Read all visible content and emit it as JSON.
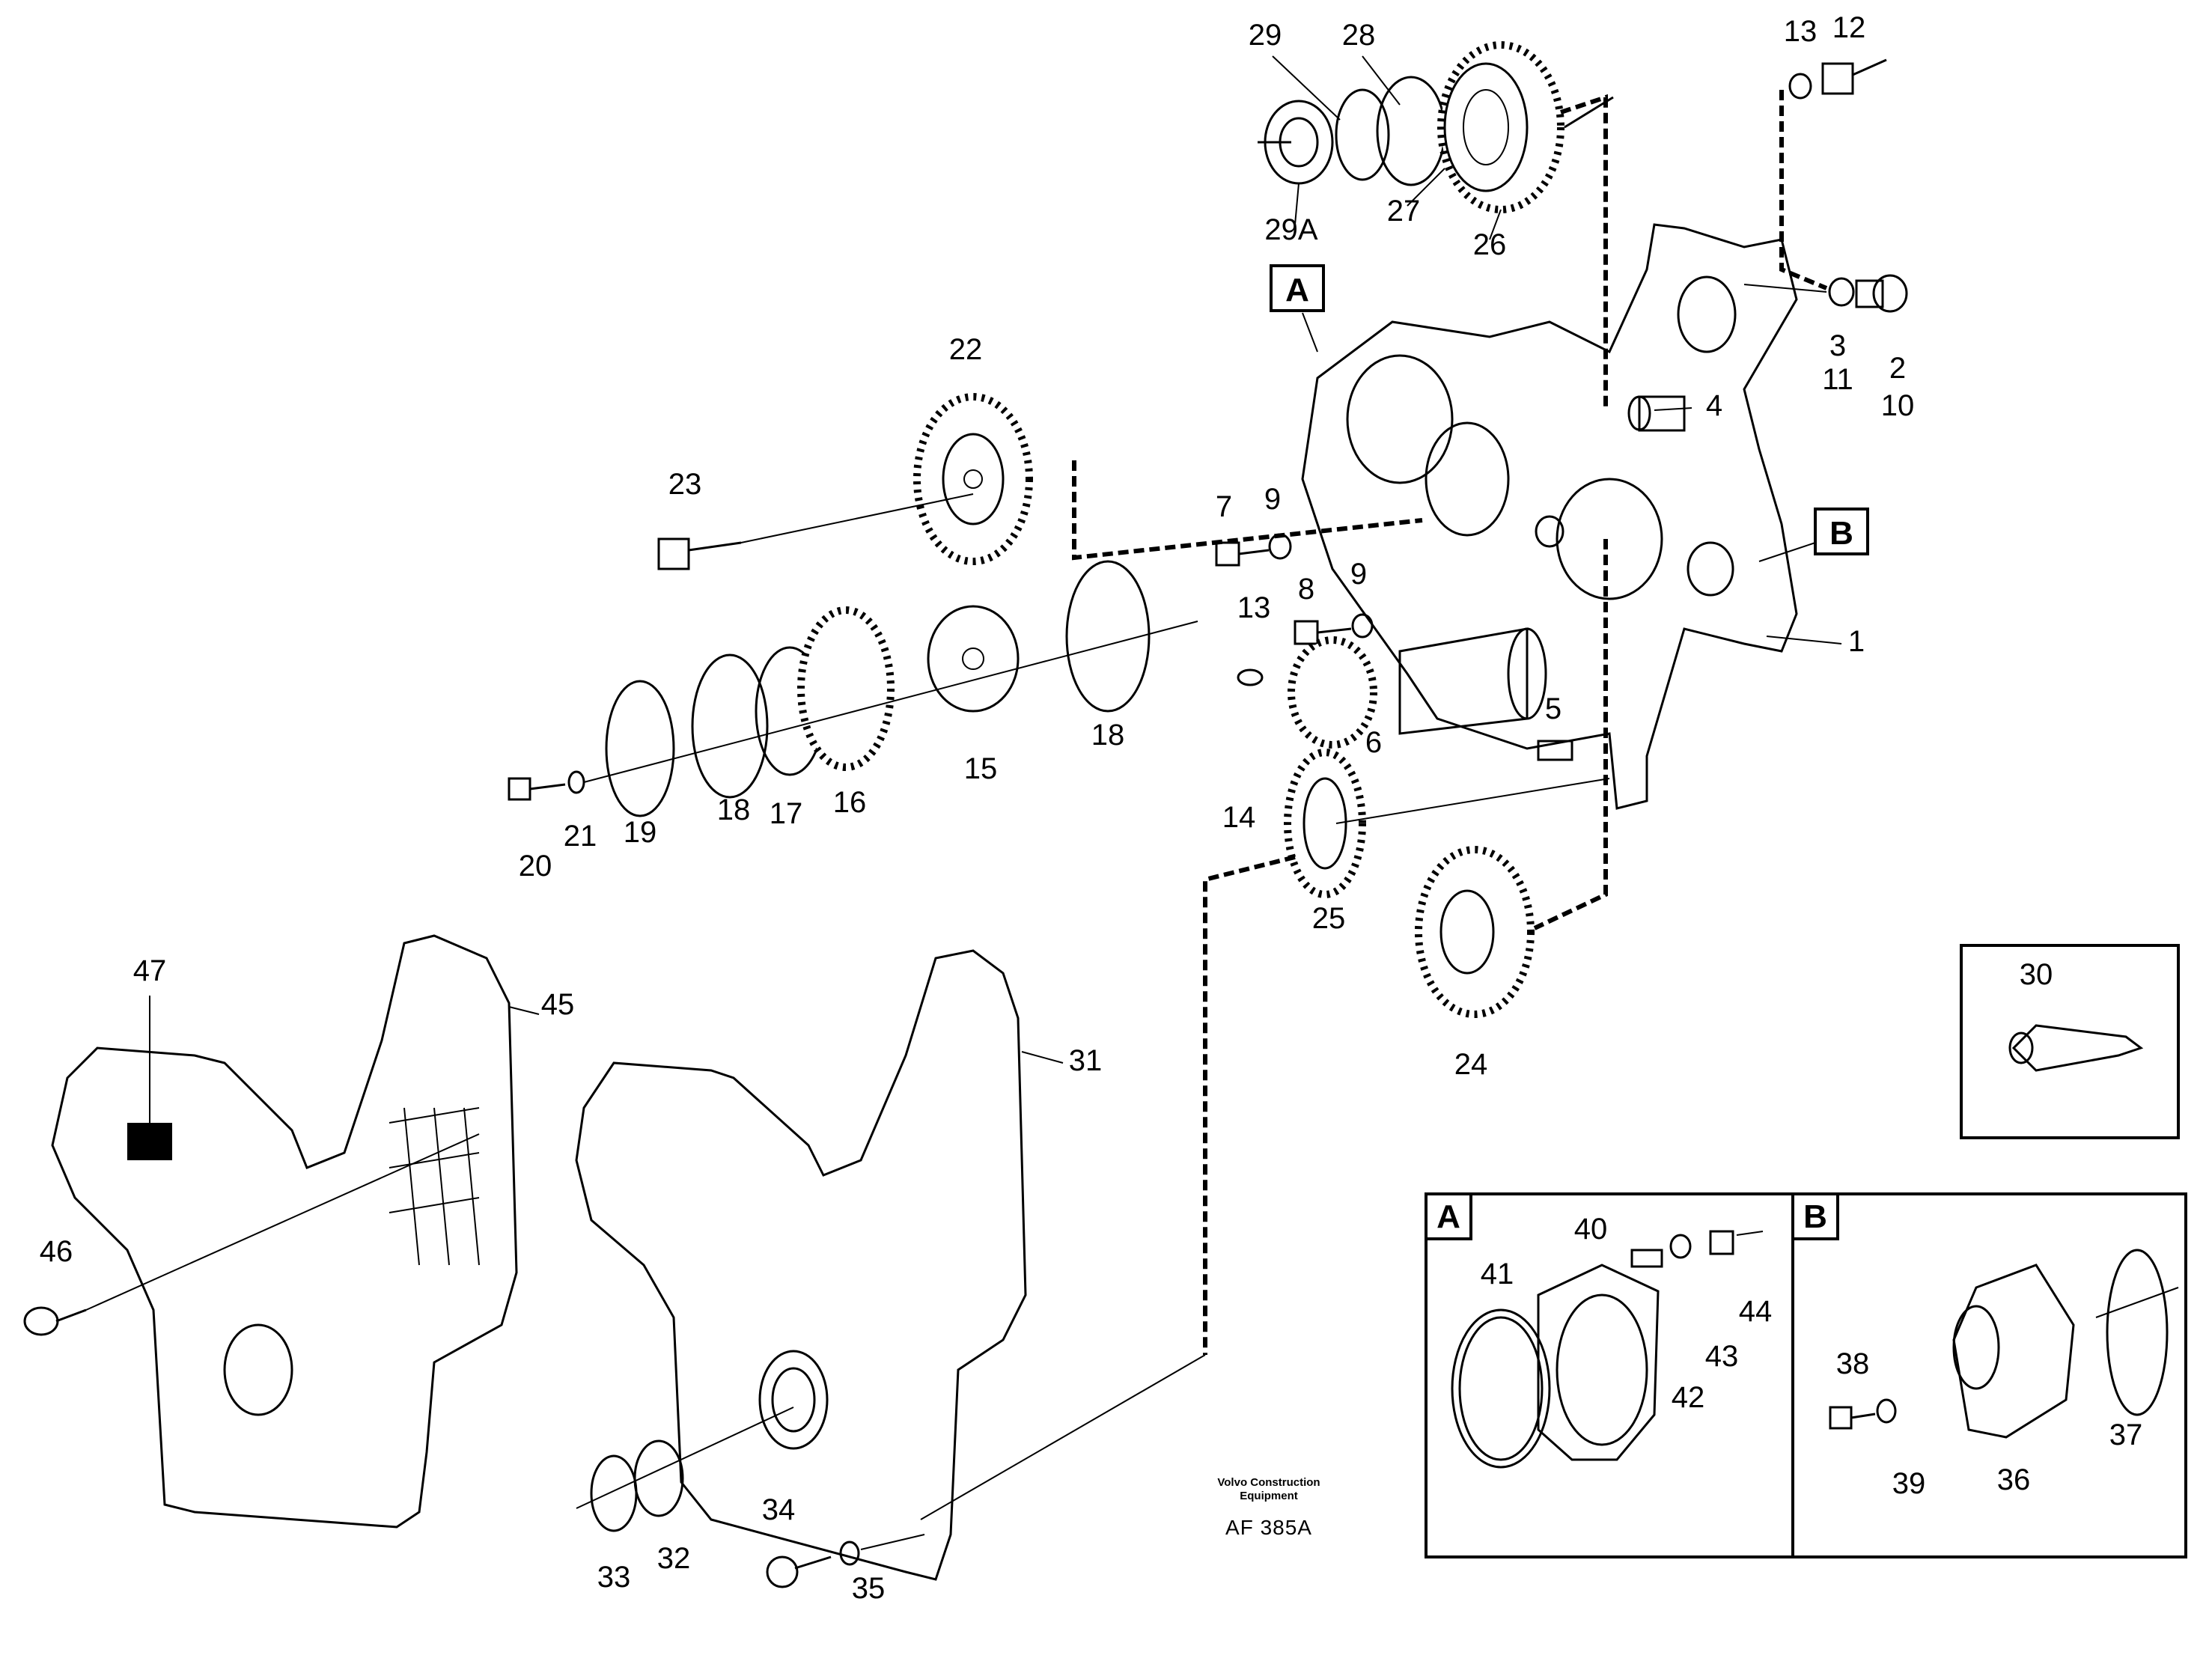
{
  "diagram": {
    "part_labels": [
      "1",
      "2",
      "3",
      "4",
      "5",
      "6",
      "7",
      "8",
      "9",
      "9",
      "10",
      "11",
      "12",
      "13",
      "13",
      "14",
      "15",
      "16",
      "17",
      "18",
      "18",
      "19",
      "20",
      "21",
      "22",
      "23",
      "24",
      "25",
      "26",
      "27",
      "28",
      "29",
      "29A",
      "30",
      "31",
      "32",
      "33",
      "34",
      "35",
      "36",
      "37",
      "38",
      "39",
      "40",
      "41",
      "42",
      "43",
      "44",
      "45",
      "46",
      "47"
    ],
    "detail_boxes": {
      "A": {
        "label": "A"
      },
      "B": {
        "label": "B"
      }
    },
    "footer": {
      "publisher_line1": "Volvo Construction",
      "publisher_line2": "Equipment",
      "figure_code": "AF 385A"
    }
  }
}
